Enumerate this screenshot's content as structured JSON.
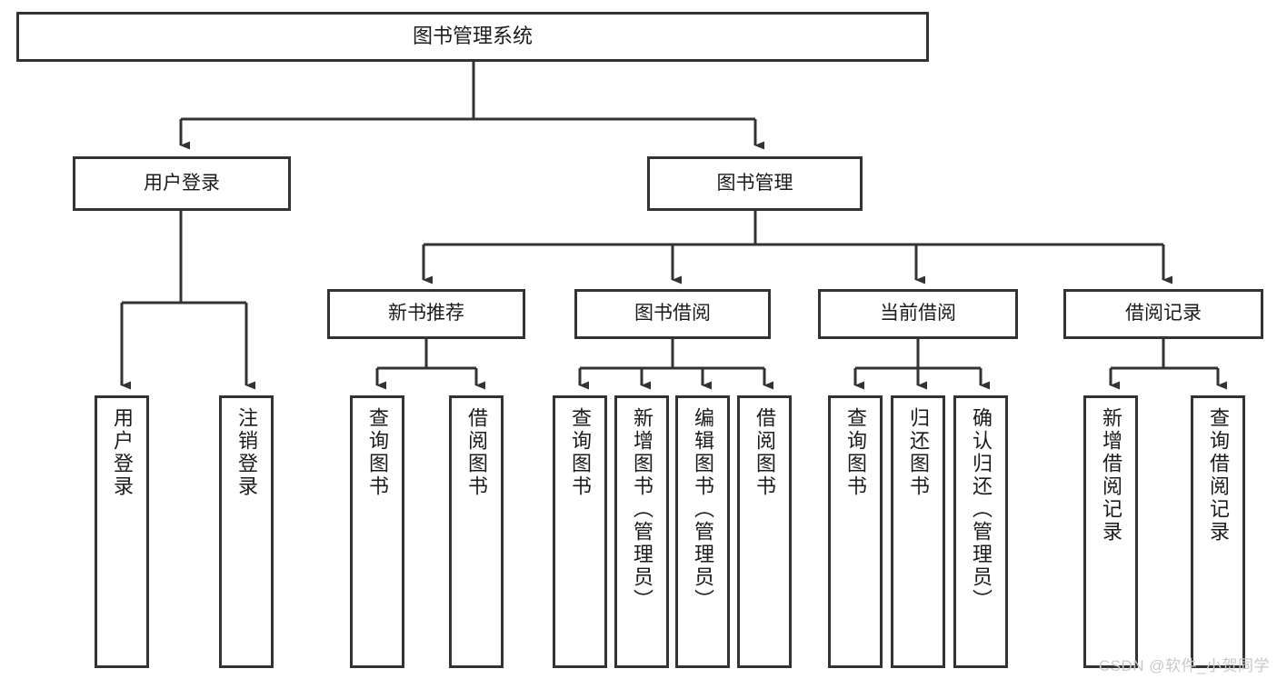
{
  "diagram": {
    "title": "图书管理系统",
    "type": "hierarchy-tree",
    "root": {
      "id": "root",
      "label": "图书管理系统",
      "orientation": "horizontal"
    },
    "level2": [
      {
        "id": "user-login",
        "label": "用户登录",
        "orientation": "horizontal"
      },
      {
        "id": "book-manage",
        "label": "图书管理",
        "orientation": "horizontal"
      }
    ],
    "level3": [
      {
        "id": "new-book-recommend",
        "label": "新书推荐",
        "orientation": "horizontal",
        "parent": "book-manage"
      },
      {
        "id": "book-borrow",
        "label": "图书借阅",
        "orientation": "horizontal",
        "parent": "book-manage"
      },
      {
        "id": "current-borrow",
        "label": "当前借阅",
        "orientation": "horizontal",
        "parent": "book-manage"
      },
      {
        "id": "borrow-record",
        "label": "借阅记录",
        "orientation": "horizontal",
        "parent": "book-manage"
      }
    ],
    "leaves": [
      {
        "id": "leaf-user-login",
        "label": "用户登录",
        "parent": "user-login"
      },
      {
        "id": "leaf-user-logout",
        "label": "注销登录",
        "parent": "user-login"
      },
      {
        "id": "leaf-query-book-1",
        "label": "查询图书",
        "parent": "new-book-recommend"
      },
      {
        "id": "leaf-borrow-book-1",
        "label": "借阅图书",
        "parent": "new-book-recommend"
      },
      {
        "id": "leaf-query-book-2",
        "label": "查询图书",
        "parent": "book-borrow"
      },
      {
        "id": "leaf-add-book",
        "label": "新增图书（管理员）",
        "parent": "book-borrow"
      },
      {
        "id": "leaf-edit-book",
        "label": "编辑图书（管理员）",
        "parent": "book-borrow"
      },
      {
        "id": "leaf-borrow-book-2",
        "label": "借阅图书",
        "parent": "book-borrow"
      },
      {
        "id": "leaf-query-book-3",
        "label": "查询图书",
        "parent": "current-borrow"
      },
      {
        "id": "leaf-return-book",
        "label": "归还图书",
        "parent": "current-borrow"
      },
      {
        "id": "leaf-confirm-return",
        "label": "确认归还（管理员）",
        "parent": "current-borrow"
      },
      {
        "id": "leaf-add-record",
        "label": "新增借阅记录",
        "parent": "borrow-record"
      },
      {
        "id": "leaf-query-record",
        "label": "查询借阅记录",
        "parent": "borrow-record"
      }
    ],
    "colors": {
      "box_border": "#333333",
      "box_fill": "#ffffff",
      "connector": "#333333",
      "text": "#1b1b1b",
      "watermark": "#c9c9c9",
      "background": "#ffffff"
    }
  },
  "watermark": {
    "text": "CSDN @软件_小贺同学"
  }
}
